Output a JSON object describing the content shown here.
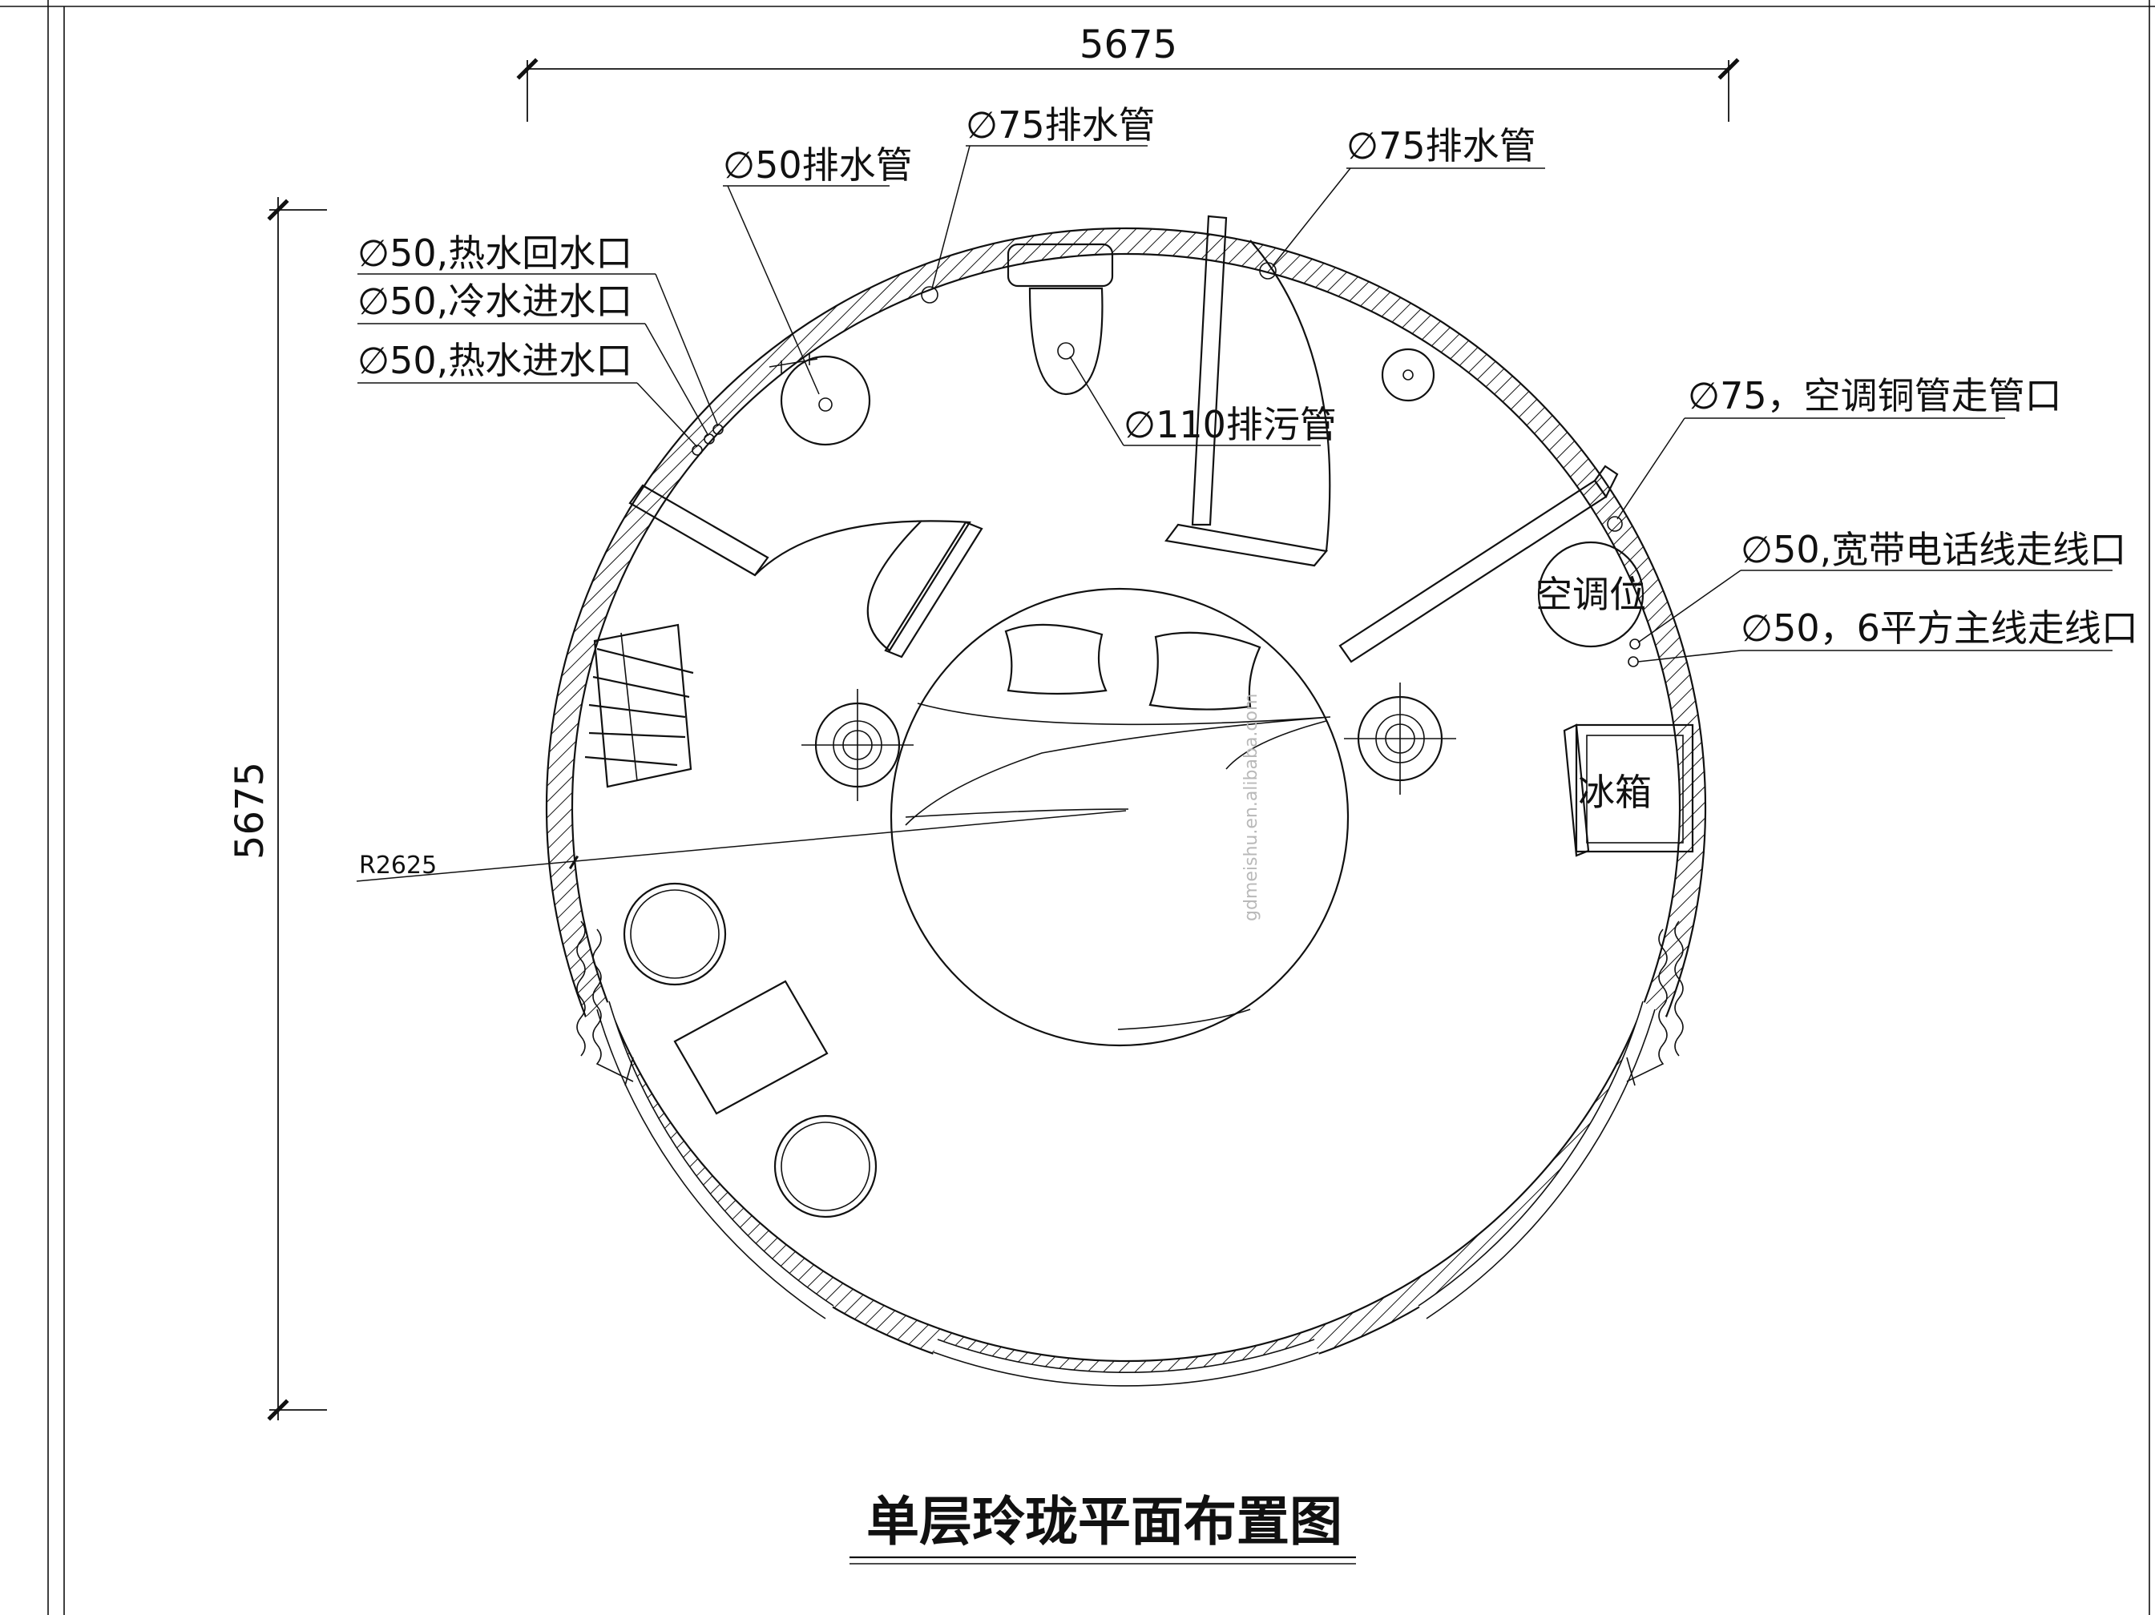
{
  "drawing": {
    "title": "单层玲珑平面布置图",
    "dim_width": "5675",
    "dim_height": "5675",
    "radius_label": "R2625",
    "watermark": "gdmeishu.en.alibaba.com"
  },
  "callouts": {
    "drain50": "∅50排水管",
    "drain75_a": "∅75排水管",
    "drain75_b": "∅75排水管",
    "hot_return": "∅50,热水回水口",
    "cold_inlet": "∅50,冷水进水口",
    "hot_inlet": "∅50,热水进水口",
    "sewage110": "∅110排污管",
    "ac_pipe": "∅75，空调铜管走管口",
    "broadband": "∅50,宽带电话线走线口",
    "main_line": "∅50，6平方主线走线口"
  },
  "rooms": {
    "ac_position": "空调位",
    "fridge": "冰箱"
  }
}
